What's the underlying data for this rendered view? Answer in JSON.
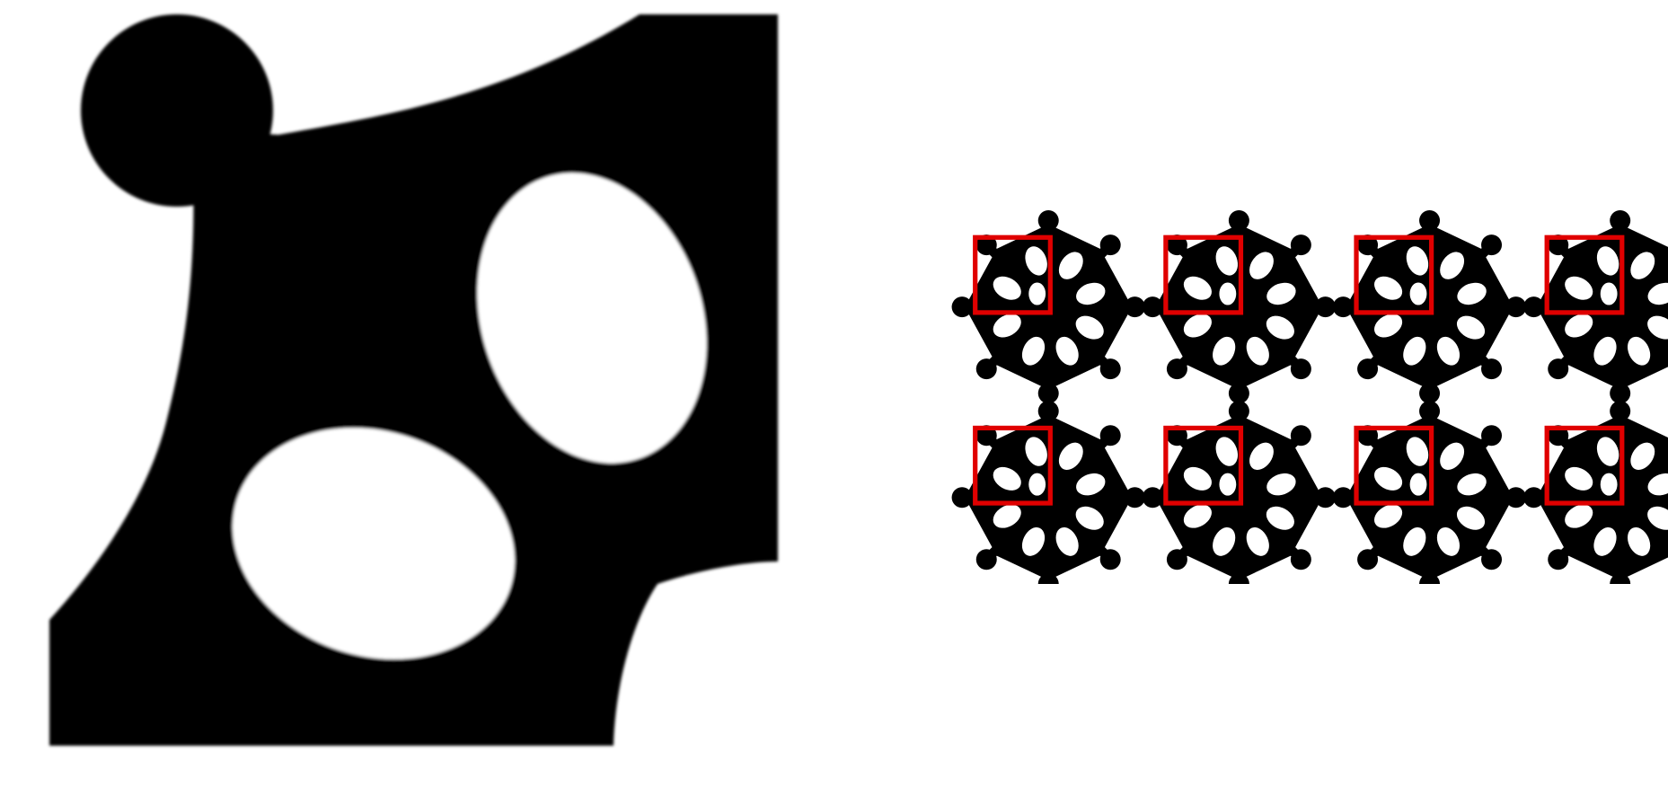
{
  "figure": {
    "detail_panel": {
      "subject": "magnified-unit-cell-quadrant",
      "fill_color": "#000000",
      "background_color": "#ffffff"
    },
    "array_panel": {
      "subject": "periodic-array-of-unit-cells",
      "rows": 2,
      "columns": 4,
      "fill_color": "#000000",
      "highlight_color": "#e00000"
    }
  }
}
